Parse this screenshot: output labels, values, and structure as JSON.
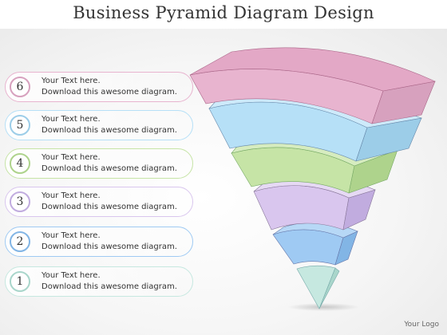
{
  "title": "Business Pyramid Diagram Design",
  "logo": "Your Logo",
  "items": [
    {
      "number": "6",
      "line1": "Your Text here.",
      "line2": "Download this awesome diagram.",
      "color": "#e8b4cf",
      "accent": "#d7a1be"
    },
    {
      "number": "5",
      "line1": "Your Text here.",
      "line2": "Download this awesome diagram.",
      "color": "#b6e0f7",
      "accent": "#9ccde8"
    },
    {
      "number": "4",
      "line1": "Your Text here.",
      "line2": "Download this awesome diagram.",
      "color": "#c6e4a6",
      "accent": "#aed38c"
    },
    {
      "number": "3",
      "line1": "Your Text here.",
      "line2": "Download this awesome diagram.",
      "color": "#d9c6ee",
      "accent": "#c1acdf"
    },
    {
      "number": "2",
      "line1": "Your Text here.",
      "line2": "Download this awesome diagram.",
      "color": "#9fcaf3",
      "accent": "#82b5e5"
    },
    {
      "number": "1",
      "line1": "Your Text here.",
      "line2": "Download this awesome diagram.",
      "color": "#c6e8e0",
      "accent": "#a9d6cb"
    }
  ]
}
